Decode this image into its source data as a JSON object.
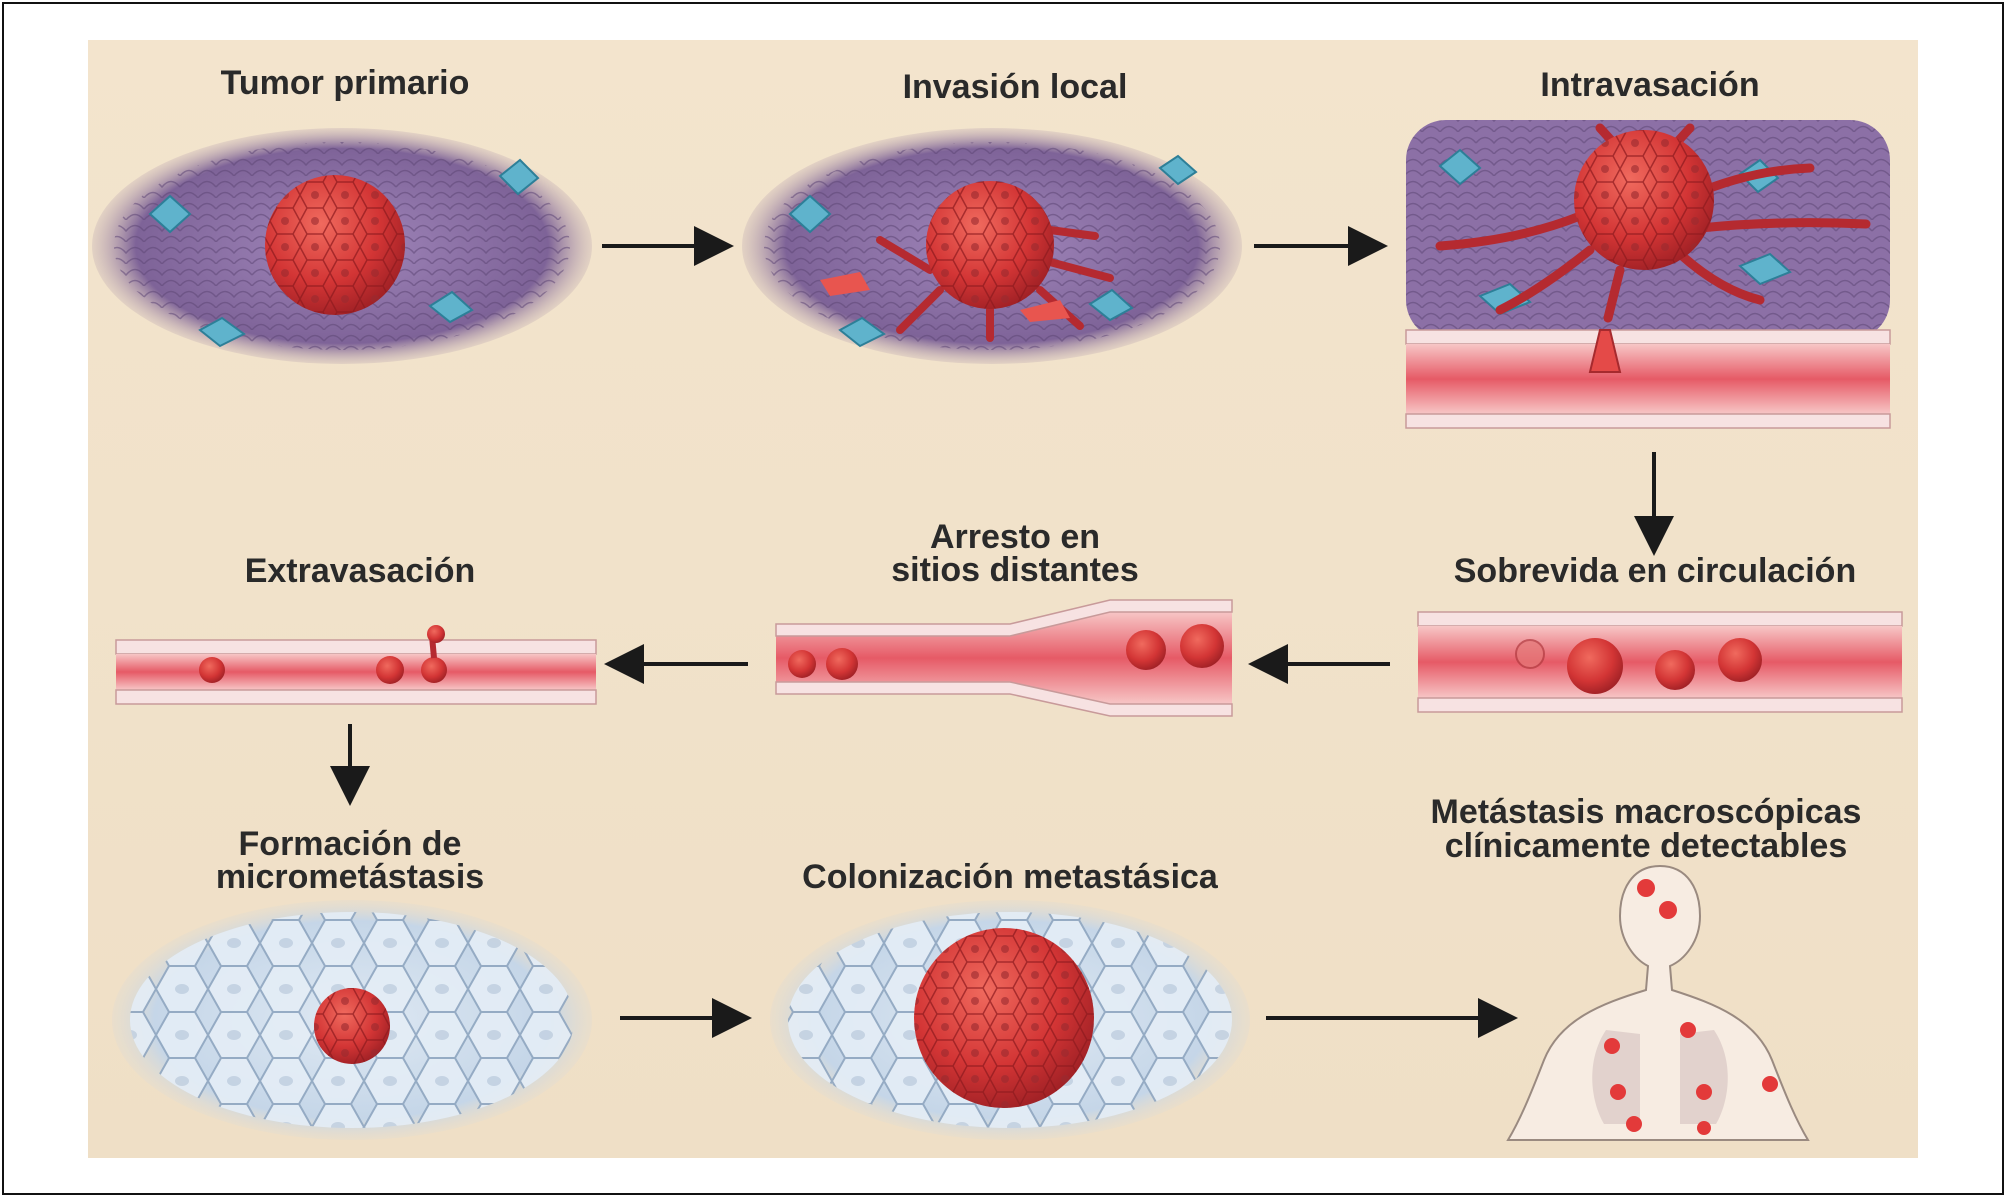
{
  "stages": {
    "tumor_primario": "Tumor primario",
    "invasion_local": "Invasión local",
    "intravasacion": "Intravasación",
    "sobrevida": "Sobrevida en circulación",
    "arresto_line1": "Arresto en",
    "arresto_line2": "sitios distantes",
    "extravasacion": "Extravasación",
    "formacion_line1": "Formación de",
    "formacion_line2": "micrometástasis",
    "colonizacion": "Colonización metastásica",
    "macro_line1": "Metástasis macroscópicas",
    "macro_line2": "clínicamente detectables"
  },
  "colors": {
    "background": "#f2e3cb",
    "tumor": "#d63a3a",
    "tissue": "#8e6fa8",
    "vessel": "#e0596a",
    "normal_cells": "#c9d9ea",
    "arrow": "#1a1a1a"
  }
}
